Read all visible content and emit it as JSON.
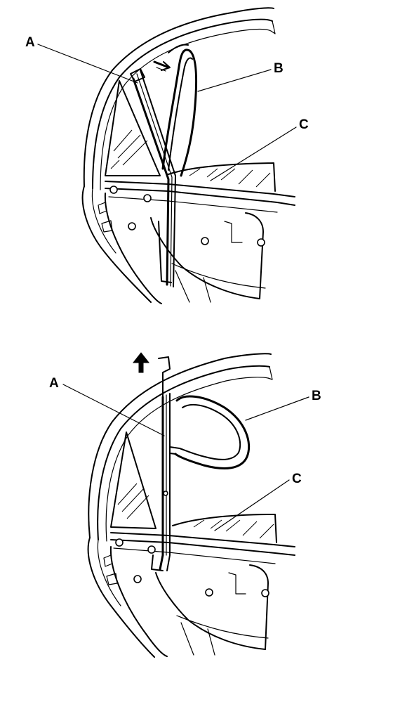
{
  "figures": [
    {
      "id": "step-1",
      "callouts": {
        "a": "A",
        "b": "B",
        "c": "C"
      }
    },
    {
      "id": "step-2",
      "callouts": {
        "a": "A",
        "b": "B",
        "c": "C"
      }
    }
  ]
}
